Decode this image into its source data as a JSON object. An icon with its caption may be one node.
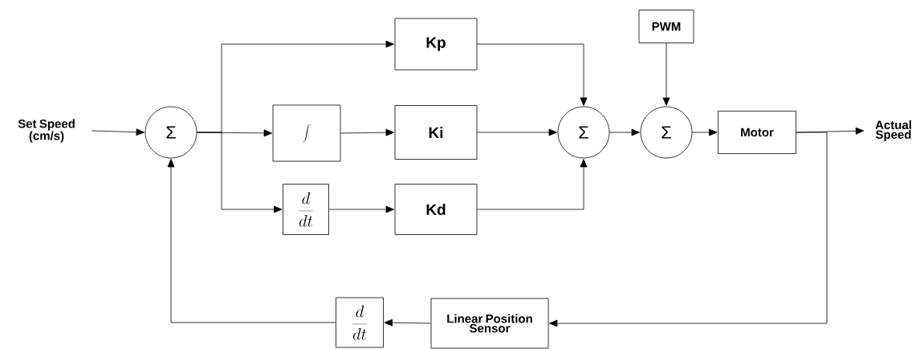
{
  "diagram": {
    "nodes": [
      {
        "text": [
          "Set Speed (cm/s)"
        ]
      },
      {
        "text": [
          "Σ"
        ]
      },
      {
        "text": [
          "Kp"
        ]
      },
      {
        "text": [
          "\\int"
        ]
      },
      {
        "text": [
          "Ki"
        ]
      },
      {
        "text": [
          "\\frac{d}{dt}"
        ]
      },
      {
        "text": [
          "Kd"
        ]
      },
      {
        "text": [
          "Σ"
        ]
      },
      {
        "text": [
          "PWM"
        ]
      },
      {
        "text": [
          "Σ"
        ]
      },
      {
        "text": [
          "Motor"
        ]
      },
      {
        "text": [
          "Actual Speed"
        ]
      },
      {
        "text": [
          "Linear Position Sensor"
        ]
      },
      {
        "text": [
          "\\frac{d}{dt}"
        ]
      }
    ],
    "edges": [
      {
        "from": 0,
        "to": 1,
        "arrow": "to"
      },
      {
        "from": 1,
        "to": 2,
        "arrow": "to"
      },
      {
        "from": 1,
        "to": 3,
        "arrow": "to"
      },
      {
        "from": 1,
        "to": 5,
        "arrow": "to"
      },
      {
        "from": 3,
        "to": 4,
        "arrow": "to"
      },
      {
        "from": 5,
        "to": 6,
        "arrow": "to"
      },
      {
        "from": 2,
        "to": 7,
        "arrow": "to"
      },
      {
        "from": 4,
        "to": 7,
        "arrow": "to"
      },
      {
        "from": 6,
        "to": 7,
        "arrow": "to"
      },
      {
        "from": 7,
        "to": 9,
        "arrow": "to"
      },
      {
        "from": 8,
        "to": 9,
        "arrow": "to"
      },
      {
        "from": 9,
        "to": 10,
        "arrow": "to"
      },
      {
        "from": 10,
        "to": 11,
        "arrow": "to"
      },
      {
        "from": 10,
        "to": 12,
        "arrow": "to"
      },
      {
        "from": 12,
        "to": 13,
        "arrow": "to"
      },
      {
        "from": 13,
        "to": 1,
        "arrow": "to"
      }
    ]
  }
}
